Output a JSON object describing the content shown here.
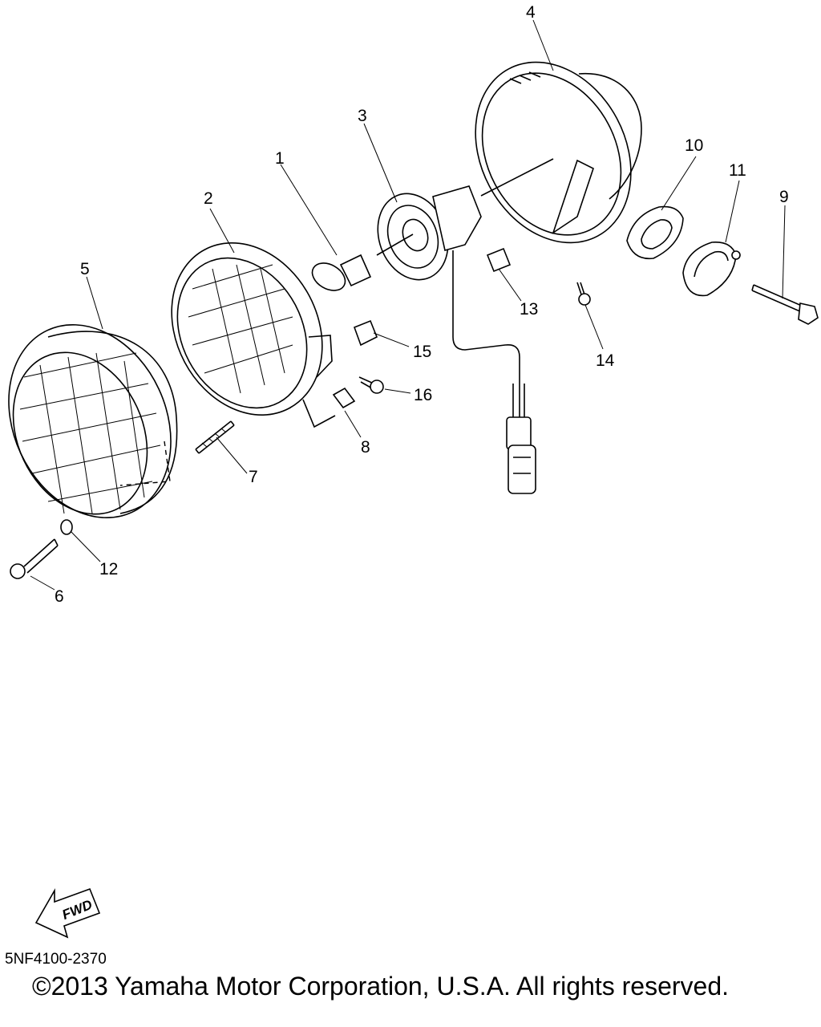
{
  "callouts": {
    "p1": "1",
    "p2": "2",
    "p3": "3",
    "p4": "4",
    "p5": "5",
    "p6": "6",
    "p7": "7",
    "p8": "8",
    "p9": "9",
    "p10": "10",
    "p11": "11",
    "p12": "12",
    "p13": "13",
    "p14": "14",
    "p15": "15",
    "p16": "16"
  },
  "fwd_label": "FWD",
  "part_code": "5NF4100-2370",
  "copyright": "©2013 Yamaha Motor Corporation, U.S.A. All rights reserved."
}
